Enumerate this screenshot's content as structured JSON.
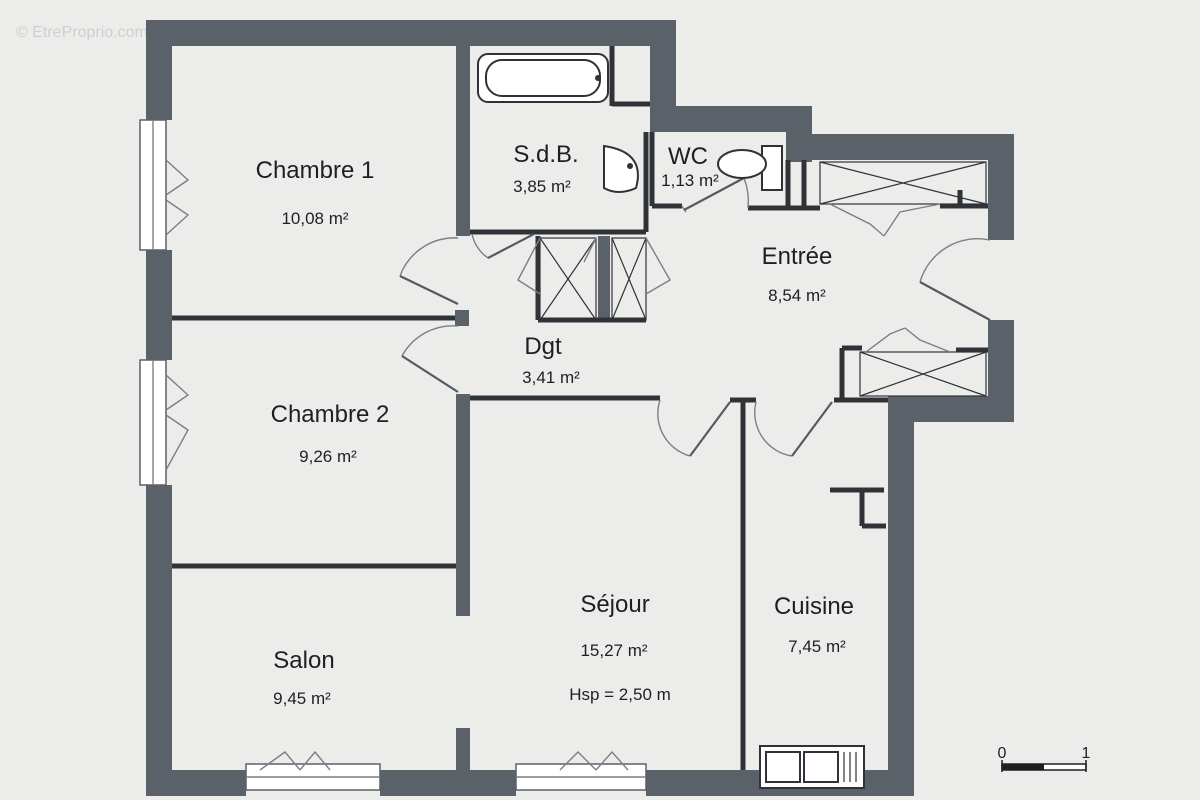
{
  "watermark": "© EtreProprio.com",
  "rooms": {
    "chambre1": {
      "name": "Chambre 1",
      "area": "10,08 m²"
    },
    "sdb": {
      "name": "S.d.B.",
      "area": "3,85 m²"
    },
    "wc": {
      "name": "WC",
      "area": "1,13 m²"
    },
    "entree": {
      "name": "Entrée",
      "area": "8,54 m²"
    },
    "dgt": {
      "name": "Dgt",
      "area": "3,41 m²"
    },
    "chambre2": {
      "name": "Chambre 2",
      "area": "9,26 m²"
    },
    "sejour": {
      "name": "Séjour",
      "area": "15,27 m²",
      "height": "Hsp = 2,50 m"
    },
    "cuisine": {
      "name": "Cuisine",
      "area": "7,45 m²"
    },
    "salon": {
      "name": "Salon",
      "area": "9,45 m²"
    }
  },
  "scale": {
    "start": "0",
    "end": "1"
  },
  "colors": {
    "wall": "#5b6168",
    "background": "#ececea"
  }
}
